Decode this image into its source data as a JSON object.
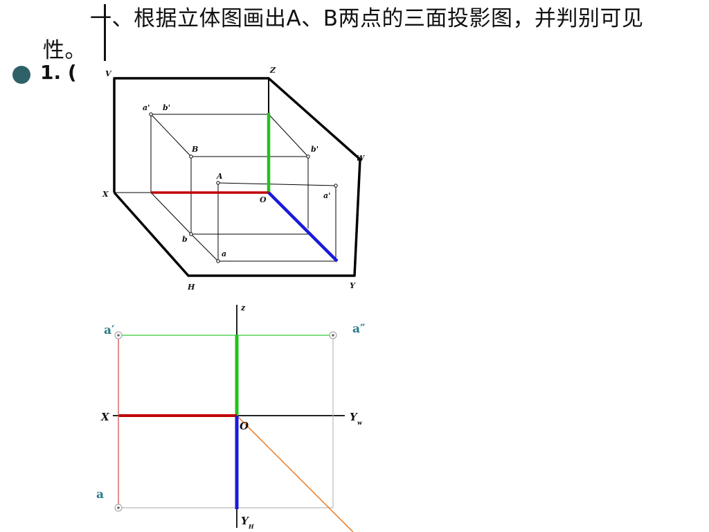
{
  "slide": {
    "title": "一、根据立体图画出A、B两点的三面投影图，并判别可见性。",
    "bullet": "1. ("
  },
  "top_figure": {
    "labels": {
      "V": "V",
      "Z": "Z",
      "W": "W",
      "X": "X",
      "H": "H",
      "Y": "Y",
      "O": "O",
      "a_prime": "a'",
      "b_prime": "b'",
      "B": "B",
      "A": "A",
      "b_dprime": "b'",
      "a_dprime": "a'",
      "b": "b",
      "a": "a"
    }
  },
  "bottom_figure": {
    "labels": {
      "z": "z",
      "X": "X",
      "O": "O",
      "Yw": "Y",
      "Yw_sub": "w",
      "Yh": "Y",
      "Yh_sub": "H",
      "a_prime": "a′",
      "a_dprime": "a″",
      "a": "a"
    }
  },
  "colors": {
    "z_axis": "#22c21a",
    "x_axis": "#c00000",
    "y_axis": "#1a1adb",
    "green_line": "#33cc33",
    "red_line": "#d04040",
    "orange_line": "#e87a22",
    "label_teal": "#2a7a8a"
  }
}
